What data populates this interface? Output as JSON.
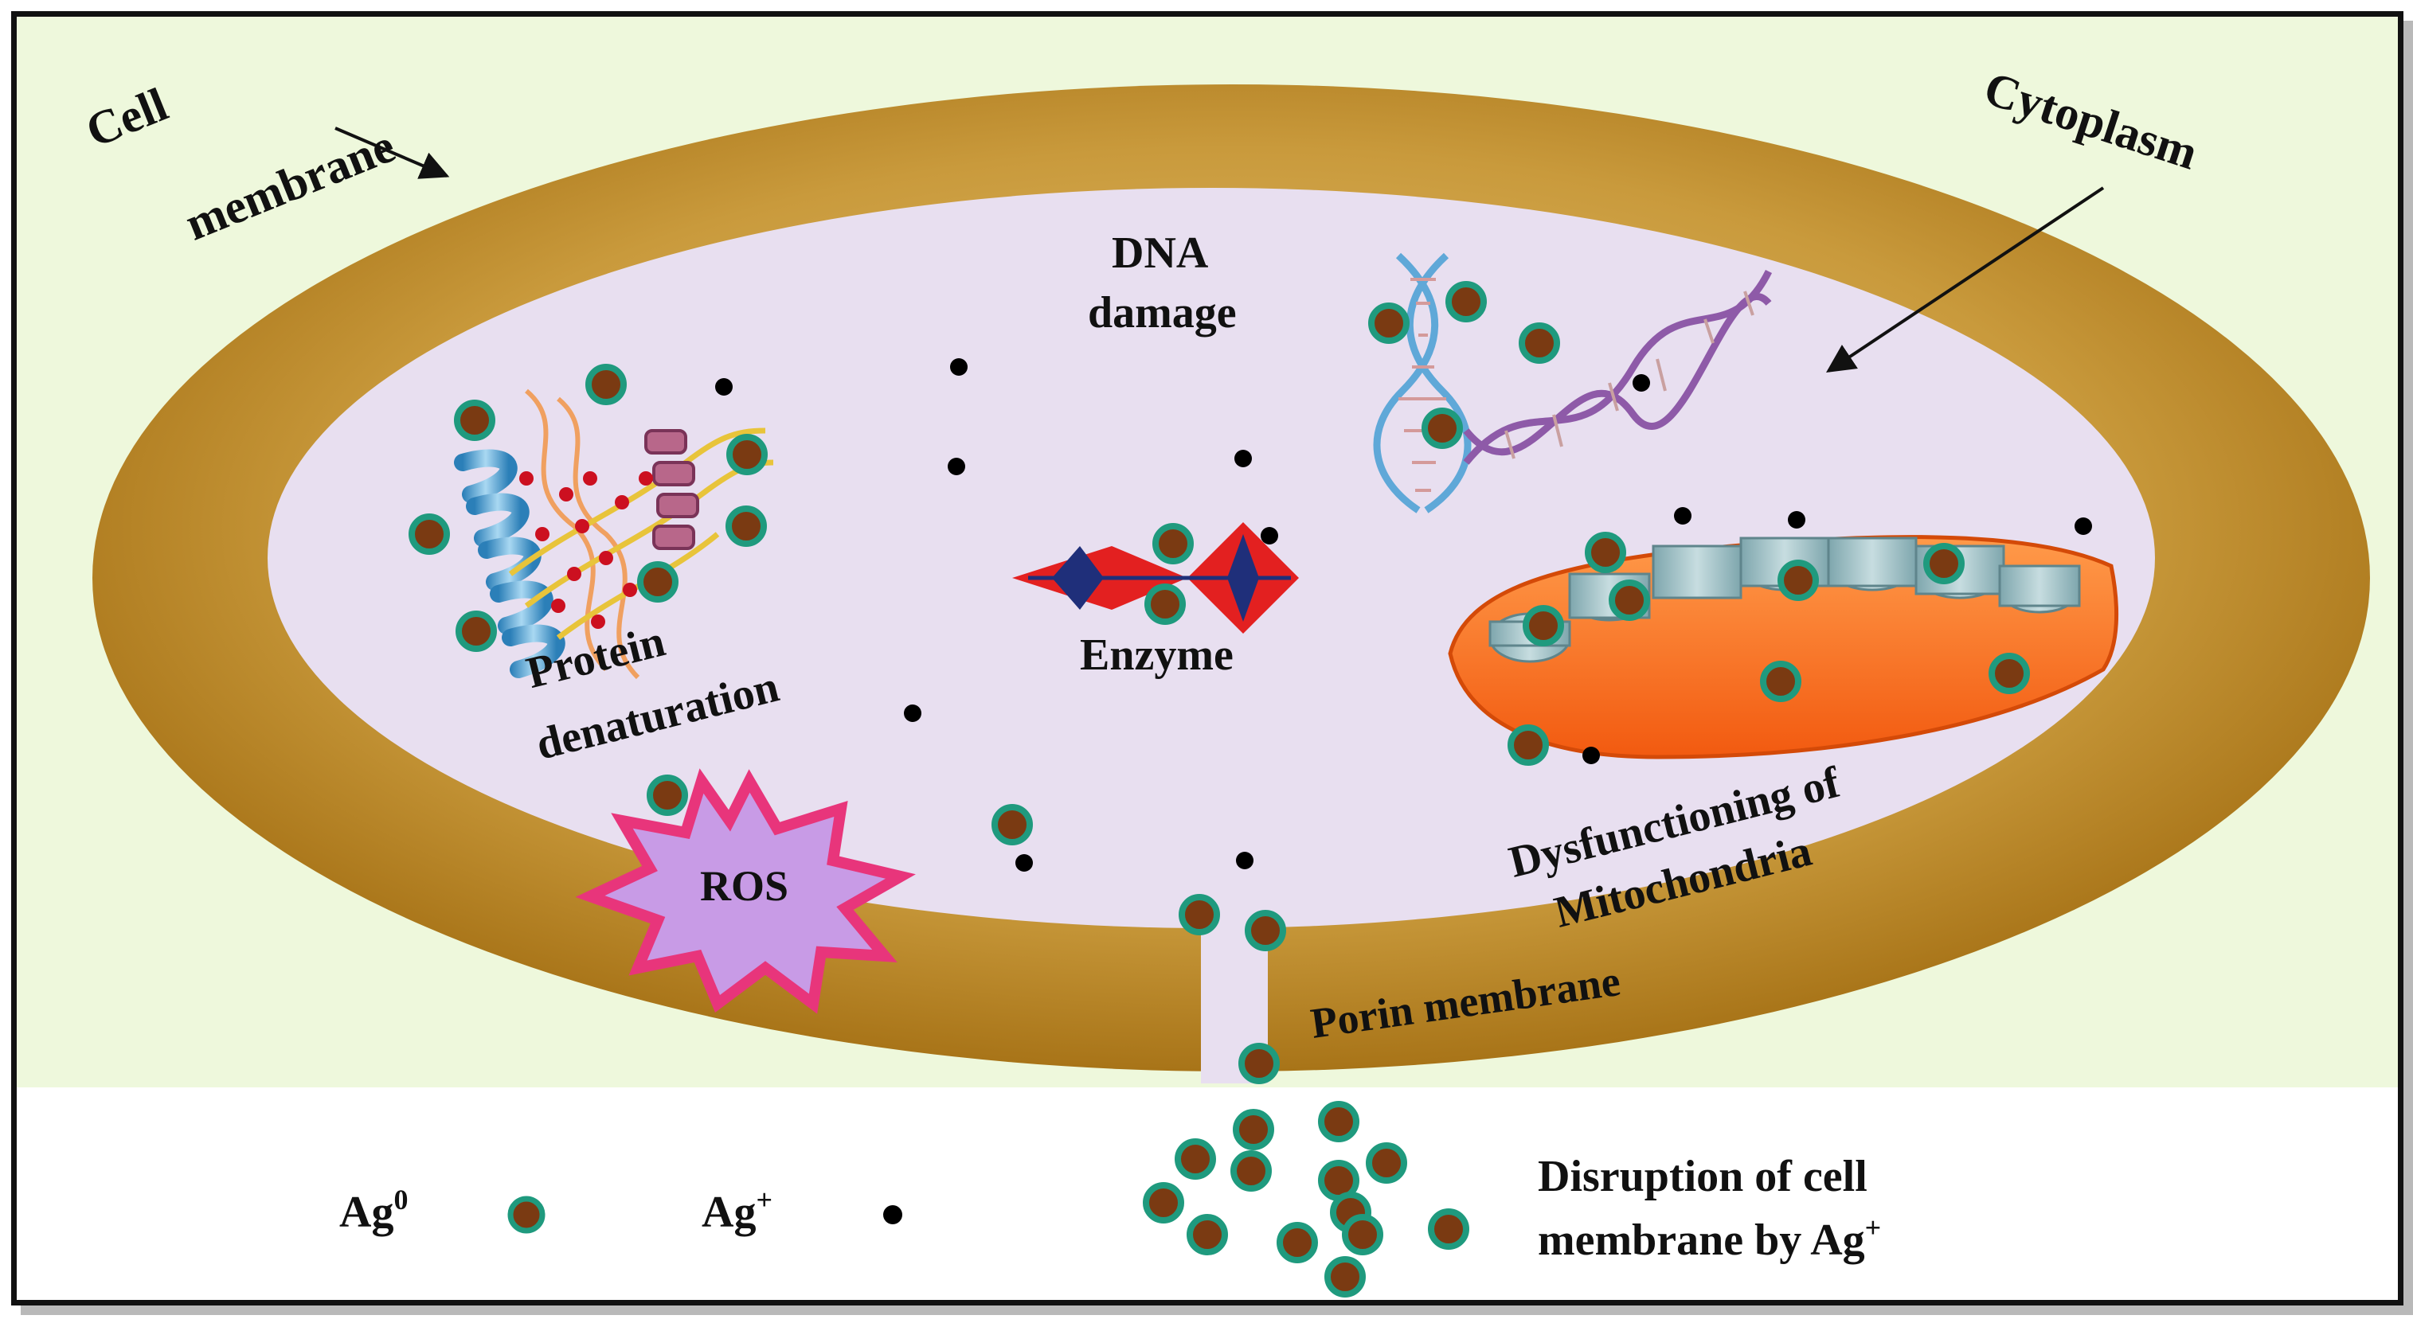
{
  "labels": {
    "cell_membrane_line1": "Cell",
    "cell_membrane_line2": "membrane",
    "cytoplasm": "Cytoplasm",
    "dna_line1": "DNA",
    "dna_line2": "damage",
    "protein_line1": "Protein",
    "protein_line2": "denaturation",
    "enzyme": "Enzyme",
    "mito_line1": "Dysfunctioning of",
    "mito_line2": "Mitochondria",
    "ros": "ROS",
    "porin": "Porin membrane",
    "disruption_line1": "Disruption of cell",
    "disruption_line2_text": "membrane by Ag",
    "disruption_line2_sup": "+"
  },
  "legend": {
    "ag0_text": "Ag",
    "ag0_sup": "0",
    "agplus_text": "Ag",
    "agplus_sup": "+"
  },
  "colors": {
    "background": "#eef8dc",
    "membrane": "#b8862a",
    "cytoplasm": "#e8dff0",
    "particle_fill": "#7a3a12",
    "particle_ring": "#1f9a7e",
    "ion": "#000000",
    "ros_fill": "#c89be6",
    "ros_stroke": "#e8357b",
    "enzyme": "#e32020",
    "mito_outer": "#ff7a1a",
    "mito_cristae": "#9fbec4"
  }
}
